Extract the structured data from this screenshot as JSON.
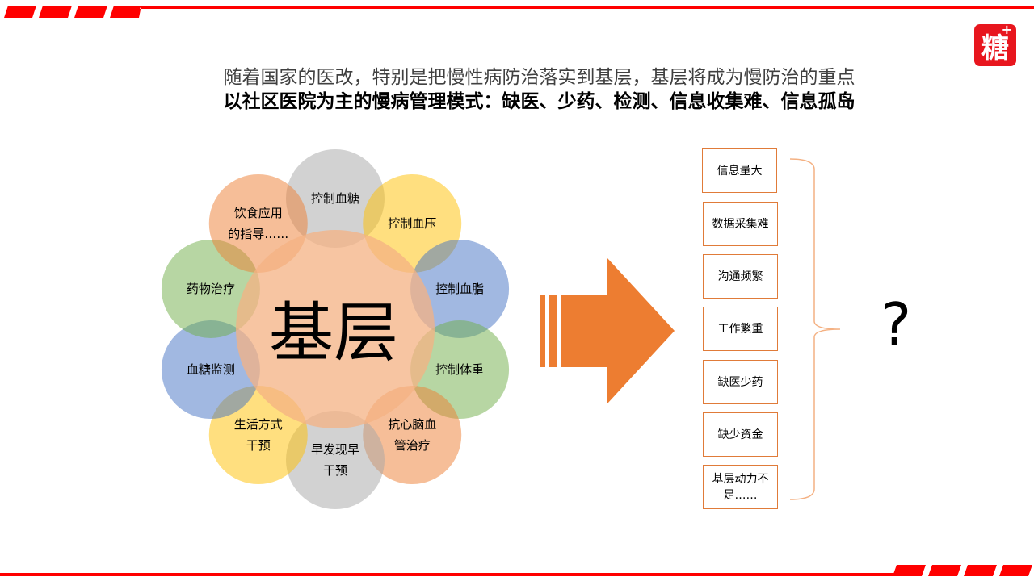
{
  "header": {
    "line1": "随着国家的医改，特别是把慢性病防治落实到基层，基层将成为慢防治的重点",
    "line2": "以社区医院为主的慢病管理模式：缺医、少药、检测、信息收集难、信息孤岛"
  },
  "logo": {
    "text": "糖",
    "plus": "+"
  },
  "diagram": {
    "center": "基层",
    "petals": [
      {
        "lines": [
          "控制血糖"
        ],
        "color": "#a5a5a5"
      },
      {
        "lines": [
          "控制血压"
        ],
        "color": "#ffc000"
      },
      {
        "lines": [
          "控制血脂"
        ],
        "color": "#4472c4"
      },
      {
        "lines": [
          "控制体重"
        ],
        "color": "#70ad47"
      },
      {
        "lines": [
          "抗心脑血",
          "管治疗"
        ],
        "color": "#ed7d31"
      },
      {
        "lines": [
          "早发现早",
          "干预"
        ],
        "color": "#a5a5a5"
      },
      {
        "lines": [
          "生活方式",
          "干预"
        ],
        "color": "#ffc000"
      },
      {
        "lines": [
          "血糖监测"
        ],
        "color": "#4472c4"
      },
      {
        "lines": [
          "药物治疗"
        ],
        "color": "#70ad47"
      },
      {
        "lines": [
          "饮食应用",
          "的指导……"
        ],
        "color": "#ed7d31"
      }
    ]
  },
  "problems": [
    "信息量大",
    "数据采集难",
    "沟通频繁",
    "工作繁重",
    "缺医少药",
    "缺少资金",
    "基层动力不足……"
  ],
  "question": "?",
  "colors": {
    "accent": "#ff0000",
    "arrow": "#ed7d31"
  }
}
